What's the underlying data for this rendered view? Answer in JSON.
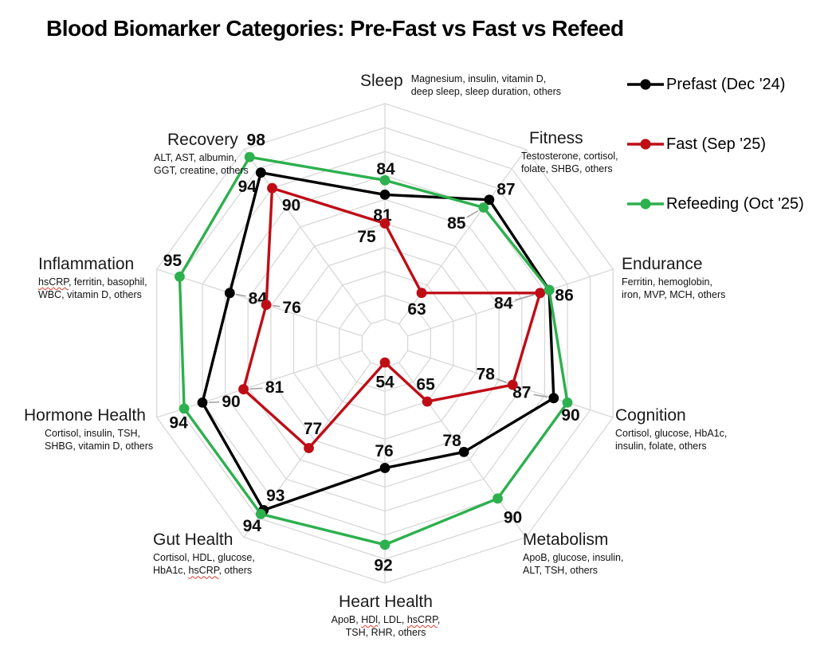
{
  "title": "Blood Biomarker Categories: Pre-Fast vs Fast vs Refeed",
  "legend": {
    "items": [
      {
        "label": "Prefast (Dec '24)",
        "color": "#000000"
      },
      {
        "label": "Fast (Sep '25)",
        "color": "#bf0d16"
      },
      {
        "label": "Refeeding (Oct '25)",
        "color": "#2db04e"
      }
    ]
  },
  "chart_data": {
    "type": "radar",
    "title": "Blood Biomarker Categories: Pre-Fast vs Fast vs Refeed",
    "axis_range": [
      50,
      100
    ],
    "ring_step": 5,
    "grid_on": true,
    "grid_color": "#d8d8d8",
    "leader_color": "#9e9e9e",
    "legend_position": "top-right",
    "categories": [
      {
        "name": "Sleep",
        "desc_line1": "Magnesium, insulin, vitamin D,",
        "desc_line2": "deep sleep, sleep duration, others",
        "misspelled": []
      },
      {
        "name": "Fitness",
        "desc_line1": "Testosterone, cortisol,",
        "desc_line2": "folate, SHBG, others",
        "misspelled": []
      },
      {
        "name": "Endurance",
        "desc_line1": "Ferritin, hemoglobin,",
        "desc_line2": "iron, MVP, MCH, others",
        "misspelled": []
      },
      {
        "name": "Cognition",
        "desc_line1": "Cortisol, glucose, HbA1c,",
        "desc_line2": "insulin, folate, others",
        "misspelled": []
      },
      {
        "name": "Metabolism",
        "desc_line1": "ApoB, glucose, insulin,",
        "desc_line2": "ALT, TSH, others",
        "misspelled": []
      },
      {
        "name": "Heart Health",
        "desc_line1": "ApoB, HDl, LDL, hsCRP,",
        "desc_line2": "TSH, RHR, others",
        "misspelled": [
          "HDl",
          "hsCRP"
        ]
      },
      {
        "name": "Gut Health",
        "desc_line1": "Cortisol, HDL, glucose,",
        "desc_line2": "HbA1c, hsCRP, others",
        "misspelled": [
          "hsCRP"
        ]
      },
      {
        "name": "Hormone Health",
        "desc_line1": "Cortisol, insulin, TSH,",
        "desc_line2": "SHBG, vitamin D, others",
        "misspelled": []
      },
      {
        "name": "Inflammation",
        "desc_line1": "hsCRP, ferritin, basophil,",
        "desc_line2": "WBC, vitamin D, others",
        "misspelled": [
          "hsCRP"
        ]
      },
      {
        "name": "Recovery",
        "desc_line1": "ALT, AST, albumin,",
        "desc_line2": "GGT, creatine, others",
        "misspelled": []
      }
    ],
    "series": [
      {
        "name": "Prefast (Dec '24)",
        "color": "#000000",
        "values": [
          81,
          87,
          86,
          87,
          78,
          76,
          93,
          90,
          84,
          94
        ],
        "label_offsets": [
          [
            -3,
            26,
            0
          ],
          [
            21,
            -13,
            0
          ],
          null,
          [
            -40,
            -7,
            1
          ],
          [
            -15,
            -14,
            0
          ],
          [
            -1,
            -21,
            0
          ],
          [
            15,
            -18,
            0
          ],
          [
            36,
            -1,
            1
          ],
          [
            35,
            7,
            1
          ],
          [
            -17,
            18,
            0
          ]
        ]
      },
      {
        "name": "Fast (Sep '25)",
        "color": "#bf0d16",
        "values": [
          75,
          63,
          84,
          78,
          65,
          54,
          77,
          81,
          76,
          90
        ],
        "label_offsets": [
          [
            -23,
            17,
            0
          ],
          [
            -6,
            21,
            0
          ],
          [
            -46,
            13,
            1
          ],
          [
            -34,
            -13,
            1
          ],
          [
            -2,
            -21,
            0
          ],
          [
            0,
            25,
            0
          ],
          [
            5,
            -24,
            0
          ],
          [
            39,
            -2,
            1
          ],
          [
            32,
            4,
            1
          ],
          [
            24,
            22,
            0
          ]
        ]
      },
      {
        "name": "Refeeding (Oct '25)",
        "color": "#2db04e",
        "values": [
          84,
          85,
          86,
          90,
          90,
          92,
          94,
          94,
          95,
          98
        ],
        "label_offsets": [
          [
            1,
            -14,
            0
          ],
          [
            -34,
            20,
            1
          ],
          [
            19,
            7,
            0
          ],
          [
            4,
            16,
            0
          ],
          [
            19,
            24,
            0
          ],
          [
            -2,
            26,
            0
          ],
          [
            -11,
            15,
            0
          ],
          [
            -7,
            18,
            0
          ],
          [
            -9,
            -20,
            0
          ],
          [
            8,
            -21,
            0
          ]
        ]
      }
    ]
  }
}
